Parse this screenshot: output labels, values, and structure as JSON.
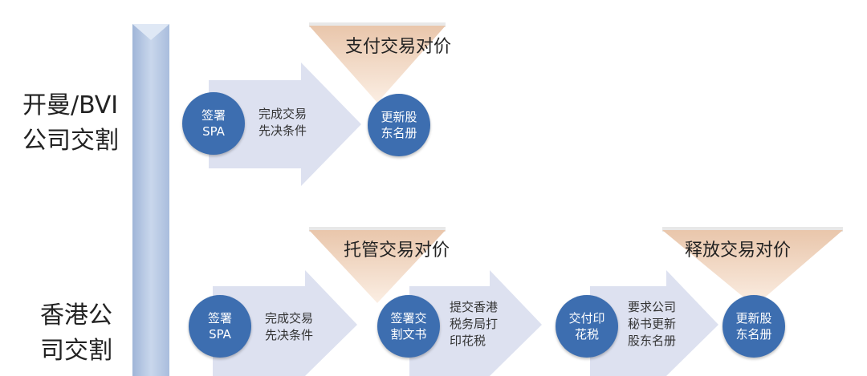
{
  "colors": {
    "circle": "#3d6eb0",
    "arrow": "#dde1f0",
    "triangle": "#f1d3bd",
    "bar": "#b4c7e3"
  },
  "row1": {
    "label_lines": [
      "开曼/BVI",
      "公司交割"
    ],
    "price_label": "支付交易对价",
    "sign": [
      "签署",
      "SPA"
    ],
    "conditions": [
      "完成交易",
      "先决条件"
    ],
    "update": [
      "更新股",
      "东名册"
    ]
  },
  "row2": {
    "label_lines": [
      "香港公",
      "司交割"
    ],
    "escrow_label": "托管交易对价",
    "release_label": "释放交易对价",
    "sign": [
      "签署",
      "SPA"
    ],
    "conditions": [
      "完成交易",
      "先决条件"
    ],
    "sign_docs": [
      "签署交",
      "割文书"
    ],
    "submit": [
      "提交香港",
      "税务局打",
      "印花税"
    ],
    "pay_stamp": [
      "交付印",
      "花税"
    ],
    "request": [
      "要求公司",
      "秘书更新",
      "股东名册"
    ],
    "update": [
      "更新股",
      "东名册"
    ]
  }
}
